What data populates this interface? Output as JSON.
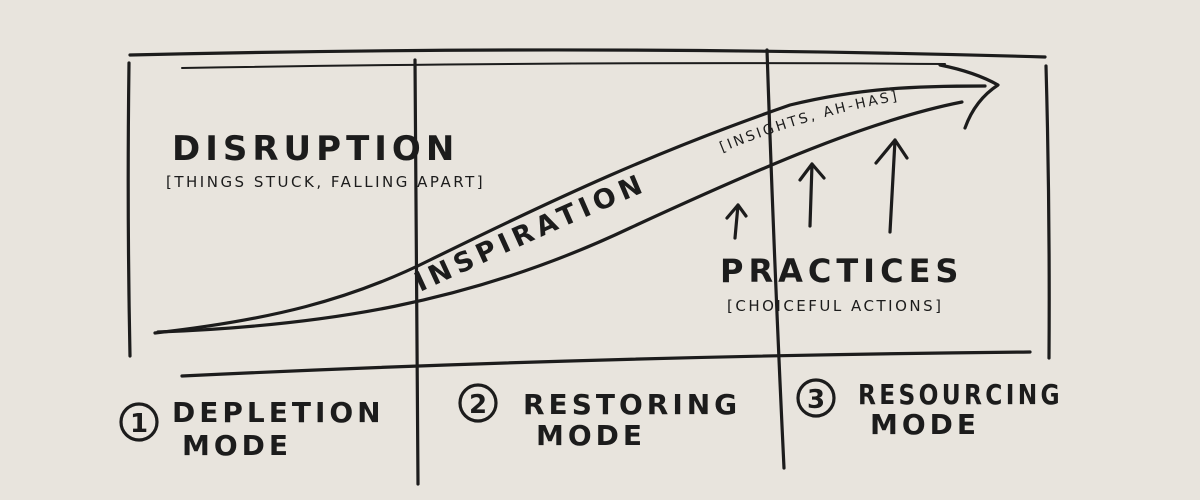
{
  "colors": {
    "background": "#e8e4dd",
    "ink": "#1c1c1c"
  },
  "disruption": {
    "title": "DISRUPTION",
    "note": "[THINGS STUCK, FALLING APART]"
  },
  "curve": {
    "label": "INSPIRATION",
    "note": "[INSIGHTS, AH-HAS]"
  },
  "practices": {
    "title": "PRACTICES",
    "note": "[CHOICEFUL ACTIONS]"
  },
  "modes": [
    {
      "number": "1",
      "line1": "DEPLETION",
      "line2": "MODE"
    },
    {
      "number": "2",
      "line1": "RESTORING",
      "line2": "MODE"
    },
    {
      "number": "3",
      "line1": "RESOURCING",
      "line2": "MODE"
    }
  ]
}
